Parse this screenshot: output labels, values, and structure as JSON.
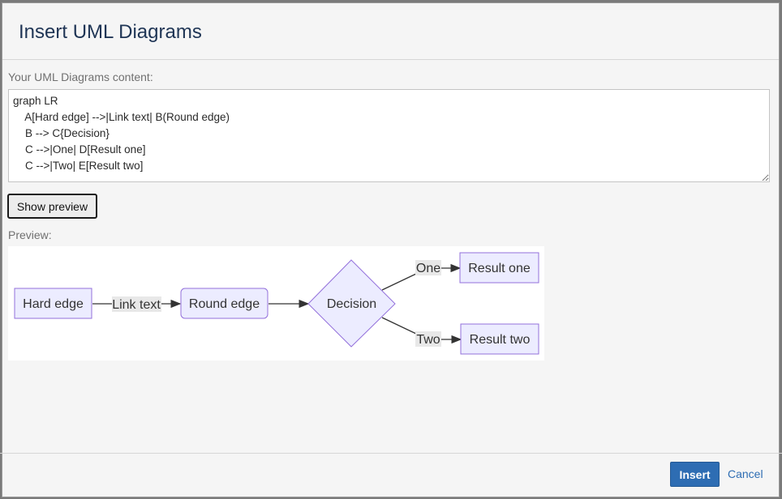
{
  "dialog": {
    "title": "Insert UML Diagrams",
    "content_label": "Your UML Diagrams content:",
    "content_value": "graph LR\n    A[Hard edge] -->|Link text| B(Round edge)\n    B --> C{Decision}\n    C -->|One| D[Result one]\n    C -->|Two| E[Result two]",
    "show_preview_label": "Show preview",
    "preview_label": "Preview:",
    "insert_label": "Insert",
    "cancel_label": "Cancel"
  },
  "diagram": {
    "nodes": {
      "a": "Hard edge",
      "b": "Round edge",
      "c": "Decision",
      "d": "Result one",
      "e": "Result two"
    },
    "edge_labels": {
      "ab": "Link text",
      "cd": "One",
      "ce": "Two"
    },
    "colors": {
      "node_fill": "#ECECFF",
      "node_stroke": "#9370DB",
      "edge": "#333333",
      "primary_button": "#2E6DB3"
    }
  }
}
